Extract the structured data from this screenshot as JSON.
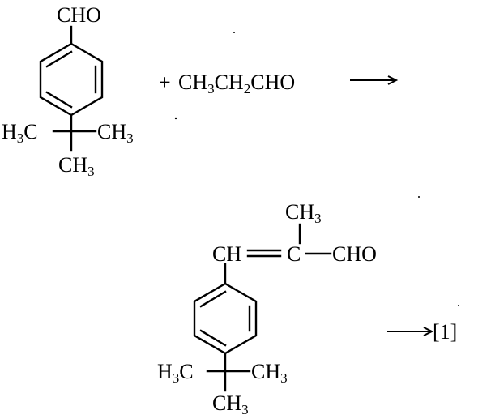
{
  "reactant_aldehyde": {
    "group_top": "CHO",
    "tbutyl": {
      "left_label": "H",
      "left_sub": "3",
      "left_c": "C",
      "right_label": "CH",
      "right_sub": "3",
      "bottom_label": "CH",
      "bottom_sub": "3"
    }
  },
  "reagent": {
    "plus": "+",
    "parts": [
      "CH",
      "3",
      "CH",
      "2",
      "CHO"
    ]
  },
  "product": {
    "methyl_label": "CH",
    "methyl_sub": "3",
    "ch_label": "CH",
    "c_label": "C",
    "cho_label": "CHO",
    "tbutyl": {
      "left_label": "H",
      "left_sub": "3",
      "left_c": "C",
      "right_label": "CH",
      "right_sub": "3",
      "bottom_label": "CH",
      "bottom_sub": "3"
    }
  },
  "next_step": {
    "bracket_label": "[1]"
  }
}
